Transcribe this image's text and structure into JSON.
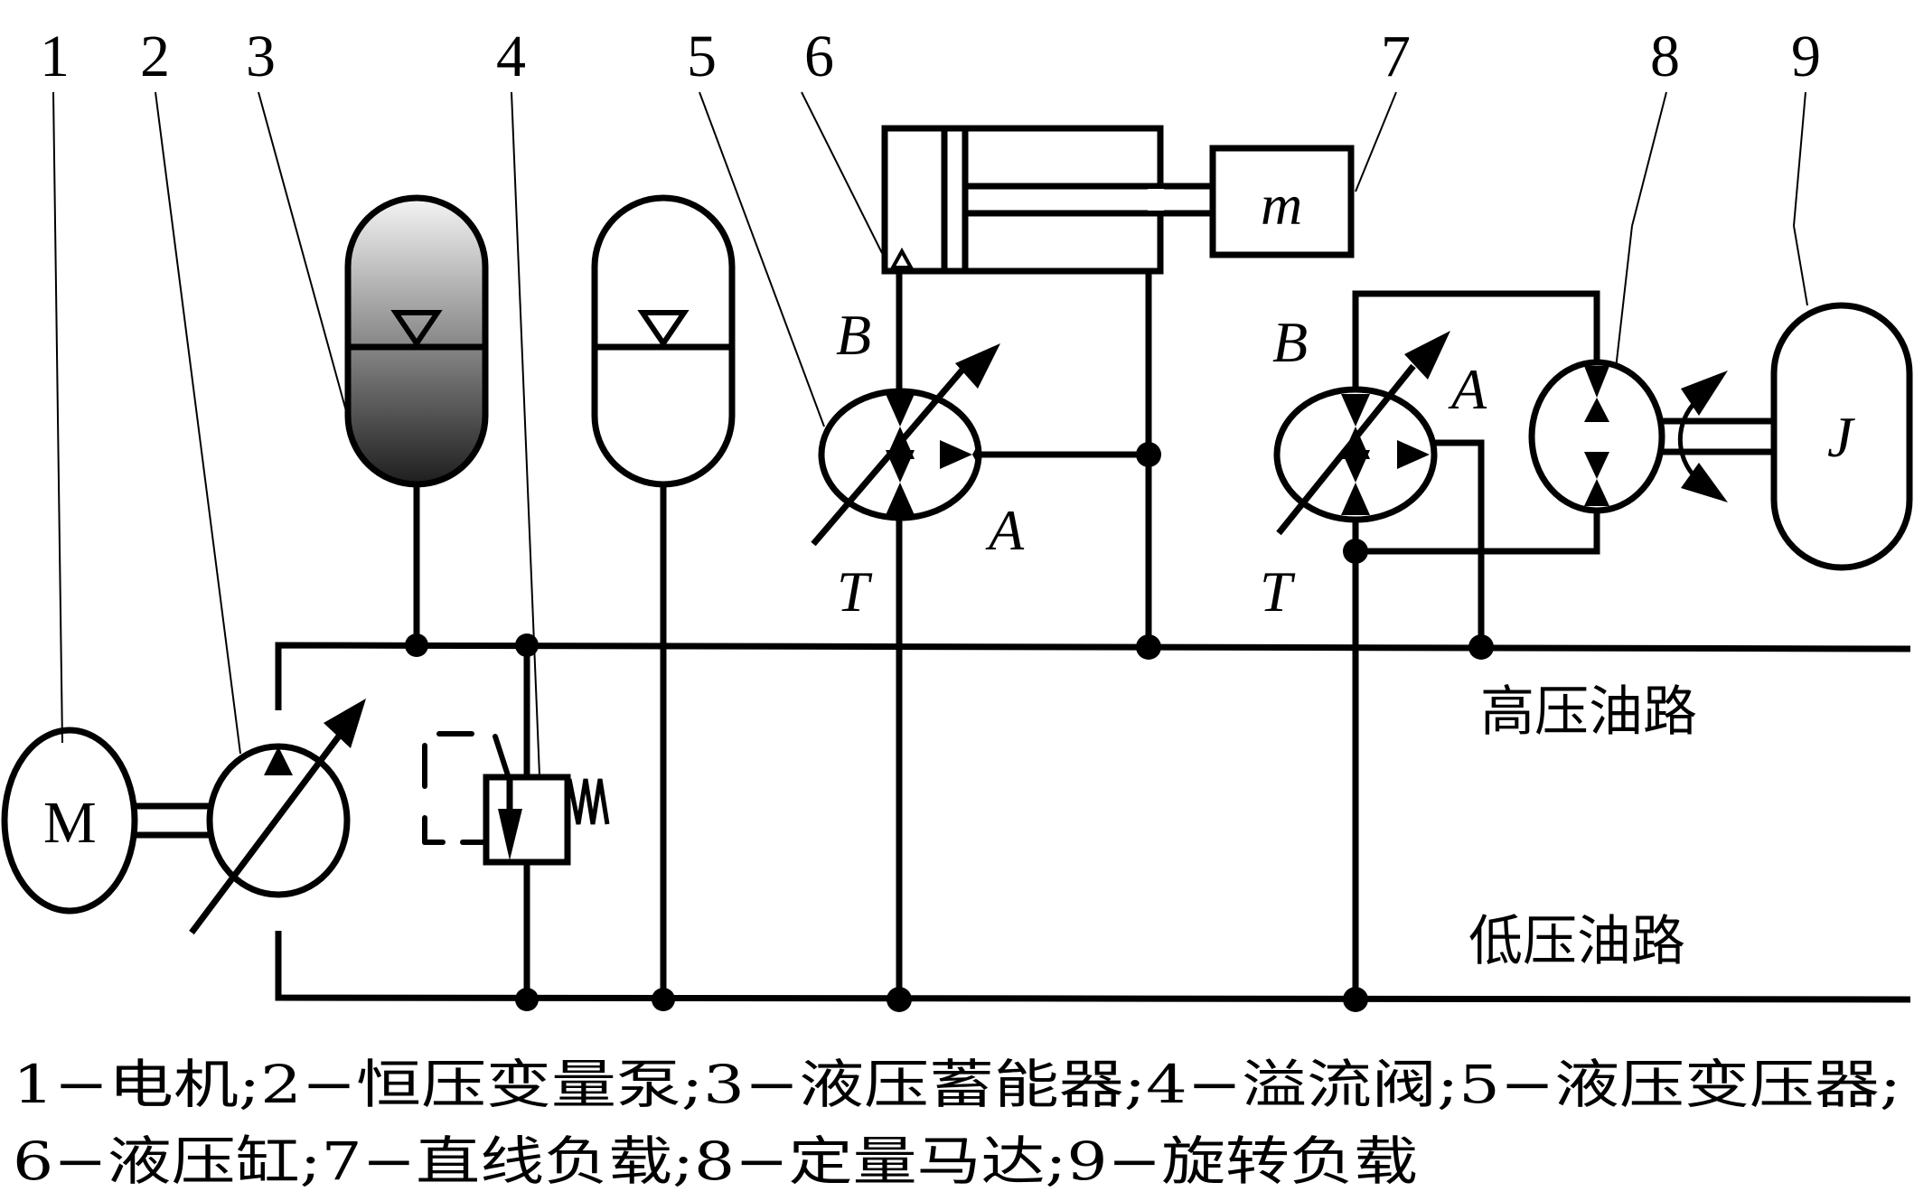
{
  "diagram": {
    "type": "hydraulic-circuit-schematic",
    "callout_numbers": [
      "1",
      "2",
      "3",
      "4",
      "5",
      "6",
      "7",
      "8",
      "9"
    ],
    "line_labels": {
      "high_pressure": "高压油路",
      "low_pressure": "低压油路"
    },
    "port_labels": {
      "transformer_left": {
        "B": "B",
        "A": "A",
        "T": "T"
      },
      "transformer_right": {
        "B": "B",
        "A": "A",
        "T": "T"
      }
    },
    "symbol_text": {
      "motor": "M",
      "mass": "m",
      "inertia": "J"
    },
    "components": [
      {
        "id": "1",
        "name": "电机"
      },
      {
        "id": "2",
        "name": "恒压变量泵"
      },
      {
        "id": "3",
        "name": "液压蓄能器"
      },
      {
        "id": "4",
        "name": "溢流阀"
      },
      {
        "id": "5",
        "name": "液压变压器"
      },
      {
        "id": "6",
        "name": "液压缸"
      },
      {
        "id": "7",
        "name": "直线负载"
      },
      {
        "id": "8",
        "name": "定量马达"
      },
      {
        "id": "9",
        "name": "旋转负载"
      }
    ],
    "caption": {
      "line1": "1−电机;2−恒压变量泵;3−液压蓄能器;4−溢流阀;5−液压变压器;",
      "line2": "6−液压缸;7−直线负载;8−定量马达;9−旋转负载"
    }
  }
}
